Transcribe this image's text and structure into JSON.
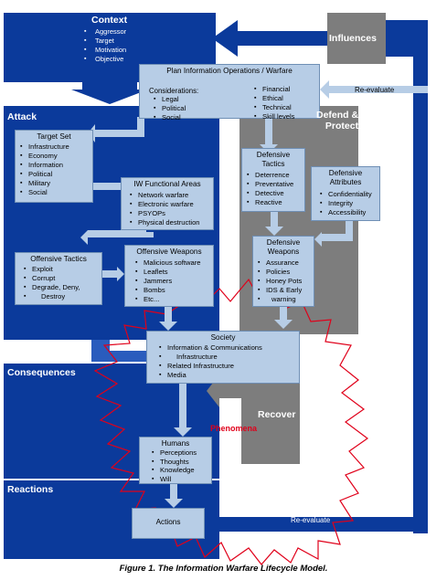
{
  "context": {
    "title": "Context",
    "items": [
      "Aggressor",
      "Target",
      "Motivation",
      "Objective"
    ]
  },
  "influences": {
    "label": "Influences"
  },
  "plan": {
    "title": "Plan Information Operations / Warfare",
    "considerations_label": "Considerations:",
    "col1": [
      "Legal",
      "Political",
      "Social"
    ],
    "col2": [
      "Financial",
      "Ethical",
      "Technical",
      "Skill levels"
    ]
  },
  "reevaluate_top": "Re-evaluate",
  "attack": {
    "title": "Attack"
  },
  "defend": {
    "title_line1": "Defend &",
    "title_line2": "Protect"
  },
  "target_set": {
    "title": "Target Set",
    "items": [
      "Infrastructure",
      "Economy",
      "Information",
      "Political",
      "Military",
      "Social"
    ]
  },
  "iw_areas": {
    "title": "IW Functional Areas",
    "items": [
      "Network warfare",
      "Electronic warfare",
      "PSYOPs",
      "Physical destruction"
    ]
  },
  "defensive_tactics": {
    "title_line1": "Defensive",
    "title_line2": "Tactics",
    "items": [
      "Deterrence",
      "Preventative",
      "Detective",
      "Reactive"
    ]
  },
  "defensive_attributes": {
    "title_line1": "Defensive",
    "title_line2": "Attributes",
    "items": [
      "Confidentiality",
      "Integrity",
      "Accessibility"
    ]
  },
  "offensive_tactics": {
    "title": "Offensive Tactics",
    "items": [
      "Exploit",
      "Corrupt",
      "Degrade, Deny,",
      "Destroy"
    ]
  },
  "offensive_weapons": {
    "title": "Offensive Weapons",
    "items": [
      "Malicious software",
      "Leaflets",
      "Jammers",
      "Bombs",
      "Etc..."
    ]
  },
  "defensive_weapons": {
    "title_line1": "Defensive",
    "title_line2": "Weapons",
    "items": [
      "Assurance",
      "Policies",
      "Honey Pots",
      "IDS & Early",
      "warning"
    ]
  },
  "society": {
    "title": "Society",
    "items": [
      "Information & Communications",
      "Infrastructure",
      "Related Infrastructure",
      "Media"
    ]
  },
  "consequences": {
    "title": "Consequences"
  },
  "recover": {
    "title": "Recover"
  },
  "phenomena": {
    "label": "Phenomena"
  },
  "humans": {
    "title": "Humans",
    "items": [
      "Perceptions",
      "Thoughts",
      "Knowledge",
      "Will"
    ]
  },
  "reactions": {
    "title": "Reactions"
  },
  "actions": {
    "title": "Actions"
  },
  "reevaluate_bottom": "Re-evaluate",
  "caption": "Figure 1. The Information Warfare Lifecycle Model.",
  "colors": {
    "dark_blue": "#0b3a9b",
    "mid_blue": "#2a5cbd",
    "light_box": "#b7cde6",
    "gray": "#7d7d7d",
    "starburst": "#e0001a"
  }
}
